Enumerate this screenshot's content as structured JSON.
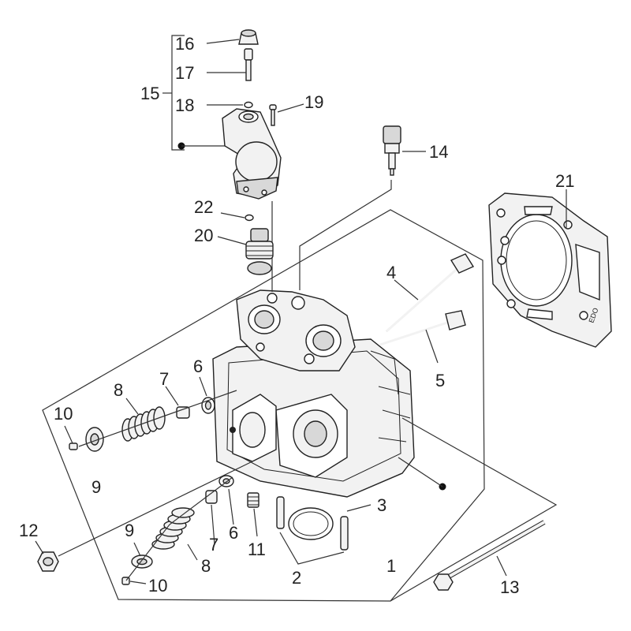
{
  "callouts": [
    {
      "id": "c1",
      "label": "1"
    },
    {
      "id": "c2",
      "label": "2"
    },
    {
      "id": "c3",
      "label": "3"
    },
    {
      "id": "c4",
      "label": "4"
    },
    {
      "id": "c5",
      "label": "5"
    },
    {
      "id": "c6a",
      "label": "6"
    },
    {
      "id": "c6b",
      "label": "6"
    },
    {
      "id": "c7a",
      "label": "7"
    },
    {
      "id": "c7b",
      "label": "7"
    },
    {
      "id": "c8a",
      "label": "8"
    },
    {
      "id": "c8b",
      "label": "8"
    },
    {
      "id": "c9a",
      "label": "9"
    },
    {
      "id": "c9b",
      "label": "9"
    },
    {
      "id": "c10a",
      "label": "10"
    },
    {
      "id": "c10b",
      "label": "10"
    },
    {
      "id": "c11",
      "label": "11"
    },
    {
      "id": "c12",
      "label": "12"
    },
    {
      "id": "c13",
      "label": "13"
    },
    {
      "id": "c14",
      "label": "14"
    },
    {
      "id": "c15",
      "label": "15"
    },
    {
      "id": "c16",
      "label": "16"
    },
    {
      "id": "c17",
      "label": "17"
    },
    {
      "id": "c18",
      "label": "18"
    },
    {
      "id": "c19",
      "label": "19"
    },
    {
      "id": "c20",
      "label": "20"
    },
    {
      "id": "c21",
      "label": "21"
    },
    {
      "id": "c22",
      "label": "22"
    }
  ],
  "gasket_text": "EDO"
}
